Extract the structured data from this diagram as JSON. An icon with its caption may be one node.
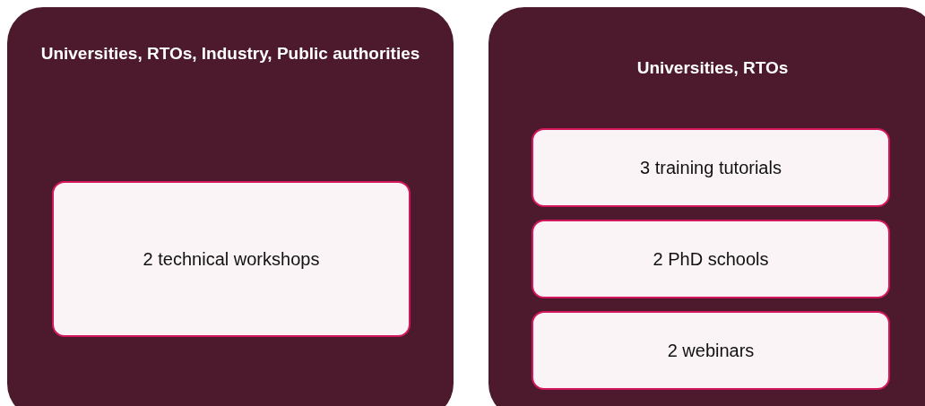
{
  "diagram": {
    "nodes": [
      {
        "text": [
          "Universities, RTOs, Industry, Public authorities"
        ]
      },
      {
        "text": [
          "2 technical workshops"
        ],
        "in": 0
      },
      {
        "text": [
          "Universities, RTOs"
        ]
      },
      {
        "text": [
          "3 training tutorials"
        ],
        "in": 2
      },
      {
        "text": [
          "2 PhD schools"
        ],
        "in": 2
      },
      {
        "text": [
          "2 webinars"
        ],
        "in": 2
      }
    ]
  }
}
